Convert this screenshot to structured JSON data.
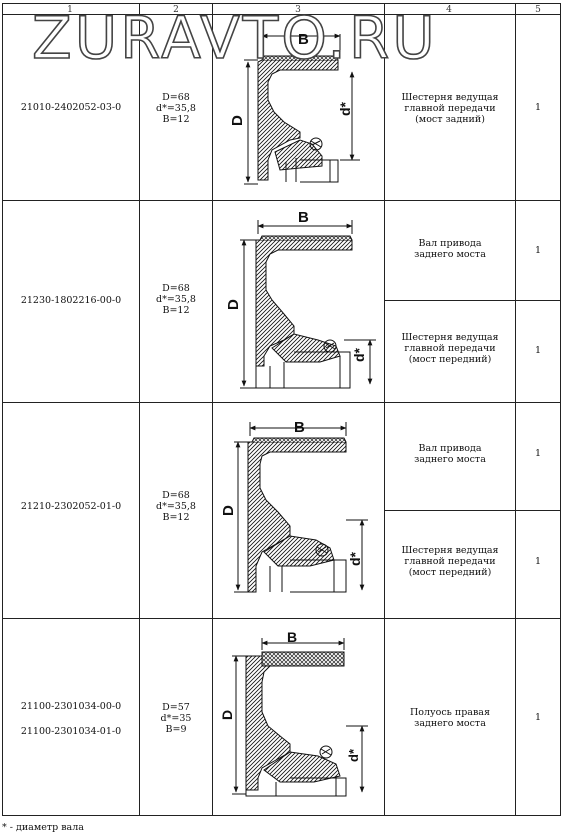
{
  "watermark": "ZURAVTO.RU",
  "headers": [
    "1",
    "2",
    "3",
    "4",
    "5"
  ],
  "rows": [
    {
      "codes": [
        "21010-2402052-03-0"
      ],
      "dims": [
        "D=68",
        "d*=35,8",
        "B=12"
      ],
      "apps": [
        {
          "text": [
            "Шестерня ведущая",
            "главной передачи",
            "(мост задний)"
          ],
          "qty": "1"
        }
      ]
    },
    {
      "codes": [
        "21230-1802216-00-0"
      ],
      "dims": [
        "D=68",
        "d*=35,8",
        "B=12"
      ],
      "apps": [
        {
          "text": [
            "Вал привода",
            "заднего моста"
          ],
          "qty": "1"
        },
        {
          "text": [
            "Шестерня ведущая",
            "главной передачи",
            "(мост передний)"
          ],
          "qty": "1"
        }
      ]
    },
    {
      "codes": [
        "21210-2302052-01-0"
      ],
      "dims": [
        "D=68",
        "d*=35,8",
        "B=12"
      ],
      "apps": [
        {
          "text": [
            "Вал привода",
            "заднего моста"
          ],
          "qty": "1"
        },
        {
          "text": [
            "Шестерня ведущая",
            "главной передачи",
            "(мост передний)"
          ],
          "qty": "1"
        }
      ]
    },
    {
      "codes": [
        "21100-2301034-00-0",
        "21100-2301034-01-0"
      ],
      "dims": [
        "D=57",
        "d*=35",
        "B=9"
      ],
      "apps": [
        {
          "text": [
            "Полуось правая",
            "заднего моста"
          ],
          "qty": "1"
        }
      ]
    }
  ],
  "drawing_labels": {
    "width": "B",
    "outer": "D",
    "shaft": "d*"
  },
  "footnote": "* - диаметр вала"
}
